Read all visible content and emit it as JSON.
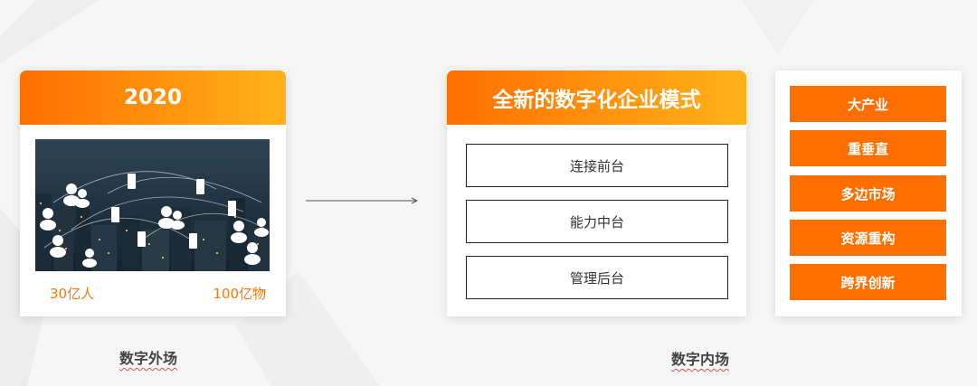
{
  "left_card": {
    "year": "2020",
    "stat_left": "30亿人",
    "stat_right": "100亿物",
    "image_icon": "city-network-photo"
  },
  "left_caption": "数字外场",
  "middle_card": {
    "title": "全新的数字化企业模式",
    "items": [
      "连接前台",
      "能力中台",
      "管理后台"
    ]
  },
  "right_card": {
    "tags": [
      "大产业",
      "重垂直",
      "多边市场",
      "资源重构",
      "跨界创新"
    ]
  },
  "right_caption": "数字内场",
  "colors": {
    "accent_start": "#ff6f00",
    "accent_end": "#ffb21a",
    "stat_text": "#f07a12"
  }
}
